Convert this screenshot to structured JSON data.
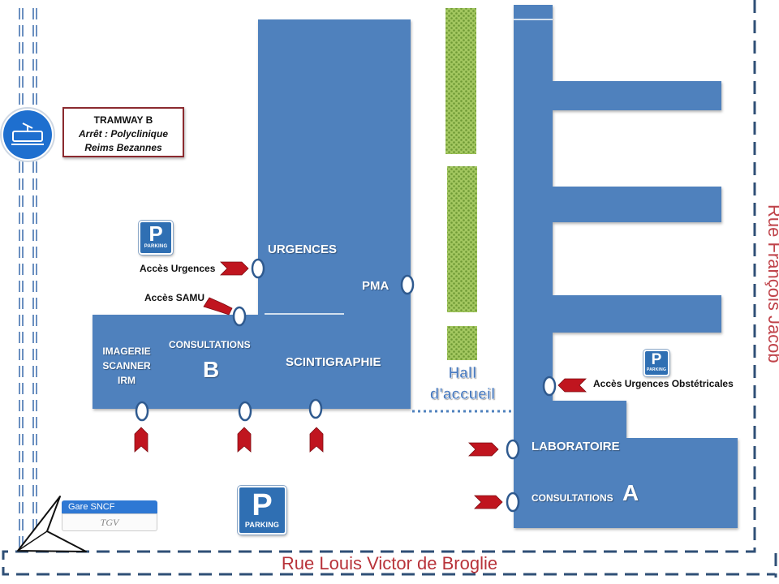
{
  "tramway": {
    "line": "TRAMWAY B",
    "stop": "Arrêt : Polyclinique",
    "station": "Reims Bezannes"
  },
  "buildings": {
    "urgences": "URGENCES",
    "pma": "PMA",
    "imagerie_1": "IMAGERIE",
    "imagerie_2": "SCANNER",
    "imagerie_3": "IRM",
    "consultations_b": "CONSULTATIONS",
    "letter_b": "B",
    "scintigraphie": "SCINTIGRAPHIE",
    "laboratoire": "LABORATOIRE",
    "consultations_a": "CONSULTATIONS",
    "letter_a": "A"
  },
  "access": {
    "urgences": "Accès Urgences",
    "samu": "Accès SAMU",
    "obstetricales": "Accès Urgences Obstétricales"
  },
  "parking": {
    "sign_letter": "P",
    "sign_text": "PARKING"
  },
  "hall": {
    "line1": "Hall",
    "line2": "d'accueil"
  },
  "gare": {
    "title": "Gare SNCF",
    "logo": "TGV"
  },
  "streets": {
    "bottom": "Rue Louis Victor de Broglie",
    "right": "Rue François Jacob"
  },
  "colors": {
    "building": "#4f81bd",
    "street_text": "#b8333a",
    "arrow": "#c0151f",
    "tram_border": "#8b2a2f",
    "garden": "#8fb84a"
  }
}
